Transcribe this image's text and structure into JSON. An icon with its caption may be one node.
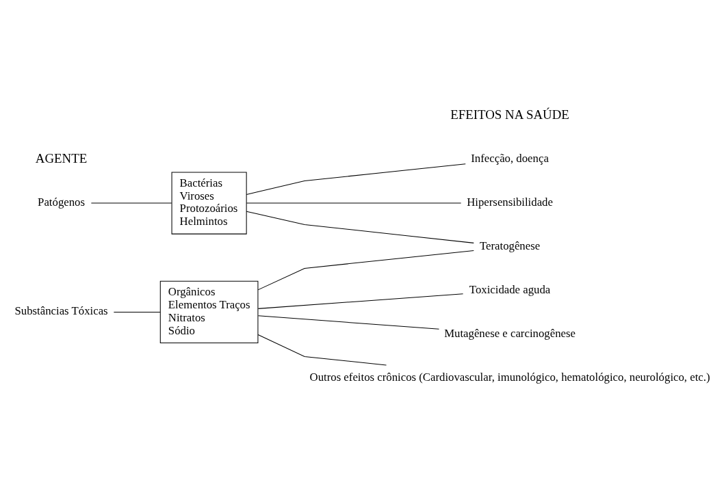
{
  "diagram": {
    "nodes": [
      {
        "text": [
          "Patógenos"
        ]
      },
      {
        "text": [
          "Bactérias",
          "Viroses",
          "Protozoários",
          "Helmintos"
        ]
      },
      {
        "text": [
          "Substâncias Tóxicas"
        ]
      },
      {
        "text": [
          "Orgânicos",
          "Elementos Traços",
          "Nitratos",
          "Sódio"
        ]
      },
      {
        "text": [
          "Infecção, doença"
        ]
      },
      {
        "text": [
          "Hipersensibilidade"
        ]
      },
      {
        "text": [
          "Toxicidade aguda"
        ]
      },
      {
        "text": [
          "Mutagênese e carcinogênese"
        ]
      },
      {
        "text": [
          "Teratogênese"
        ]
      },
      {
        "text": [
          "Outros efeitos crônicos (Cardiovascular, imunológico, hematológico, neurológico, etc.)"
        ]
      }
    ],
    "edges": [
      {
        "from": 0,
        "to": 1,
        "arrow": "none"
      },
      {
        "from": 2,
        "to": 3,
        "arrow": "none"
      },
      {
        "from": 1,
        "to": 4,
        "arrow": "none"
      },
      {
        "from": 1,
        "to": 5,
        "arrow": "none"
      },
      {
        "from": 1,
        "to": 8,
        "arrow": "none"
      },
      {
        "from": 3,
        "to": 6,
        "arrow": "none"
      },
      {
        "from": 3,
        "to": 7,
        "arrow": "none"
      },
      {
        "from": 3,
        "to": 8,
        "arrow": "none"
      },
      {
        "from": 3,
        "to": 9,
        "arrow": "none"
      }
    ],
    "labels": [
      "AGENTE",
      "EFEITOS NA SAÚDE"
    ]
  }
}
